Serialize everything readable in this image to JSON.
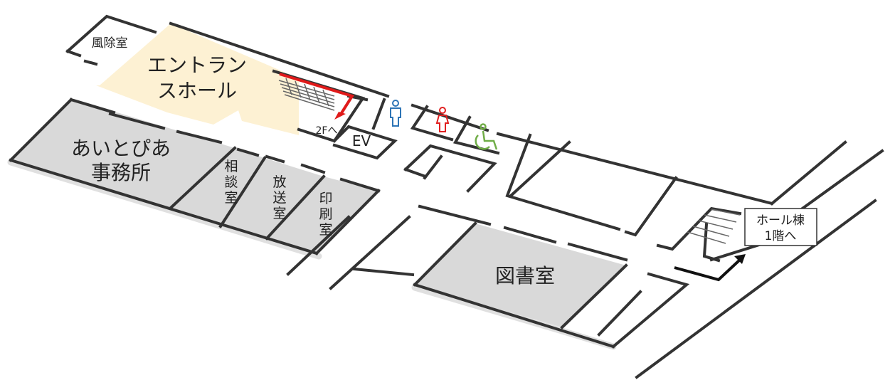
{
  "colors": {
    "entrance_fill": "#fdf1d3",
    "room_fill": "#d9d9d9",
    "wall": "#333333",
    "arrow_stairs": "#e01a1a",
    "arrow_hall": "#111111",
    "icon_male": "#2e75b6",
    "icon_female": "#e02020",
    "icon_accessible": "#70ad47"
  },
  "labels": {
    "windbreak_room": "風除室",
    "entrance_hall": [
      "エントラン",
      "スホール"
    ],
    "to_2f": "2Fへ",
    "elevator": "EV",
    "aipia_office": [
      "あいとぴあ",
      "事務所"
    ],
    "consultation_room": [
      "相",
      "談",
      "室"
    ],
    "broadcast_room": [
      "放",
      "送",
      "室"
    ],
    "print_room": [
      "印",
      "刷",
      "室"
    ],
    "library": "図書室",
    "hall_building": [
      "ホール棟",
      "1階へ"
    ]
  },
  "icons": [
    "male-toilet-icon",
    "female-toilet-icon",
    "accessible-toilet-icon"
  ]
}
